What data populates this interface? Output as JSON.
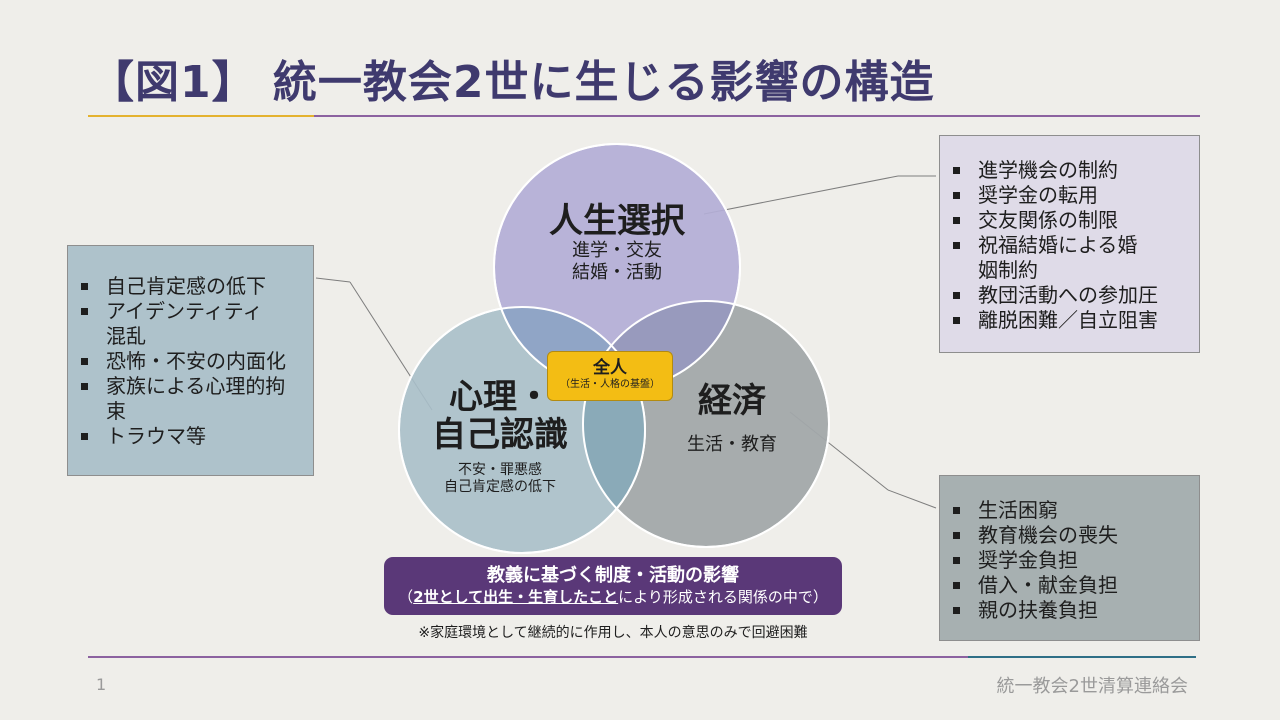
{
  "title": "【図1】 統一教会2世に生じる影響の構造",
  "circles": {
    "life": {
      "title": "人生選択",
      "sub1": "進学・交友",
      "sub2": "結婚・活動"
    },
    "mind": {
      "title1": "心理・",
      "title2": "自己認識",
      "sub1": "不安・罪悪感",
      "sub2": "自己肯定感の低下"
    },
    "economy": {
      "title": "経済",
      "sub1": "生活・教育"
    }
  },
  "center": {
    "title": "全人",
    "sub": "（生活・人格の基盤）"
  },
  "boxes": {
    "left": [
      "自己肯定感の低下",
      "アイデンティティ混乱",
      "恐怖・不安の内面化",
      "家族による心理的拘束",
      "トラウマ等"
    ],
    "top_right": [
      "進学機会の制約",
      "奨学金の転用",
      "交友関係の制限",
      "祝福結婚による婚姻制約",
      "教団活動への参加圧",
      "離脱困難／自立阻害"
    ],
    "bottom_right": [
      "生活困窮",
      "教育機会の喪失",
      "奨学金負担",
      "借入・献金負担",
      "親の扶養負担"
    ]
  },
  "base": {
    "title": "教義に基づく制度・活動の影響",
    "sub_open": "（",
    "sub_underlined": "2世として出生・生育したこと",
    "sub_rest": "により形成される関係の中で）"
  },
  "note": "※家庭環境として継続的に作用し、本人の意思のみで回避困難",
  "footer": {
    "page": "1",
    "org": "統一教会2世清算連絡会"
  },
  "colors": {
    "title": "#3f3a6e",
    "circle_life": "#b3aed6",
    "circle_mind": "#a8bfc9",
    "circle_economy": "#a2a8aa",
    "badge": "#f3bd14",
    "base_band": "#5a3878"
  }
}
